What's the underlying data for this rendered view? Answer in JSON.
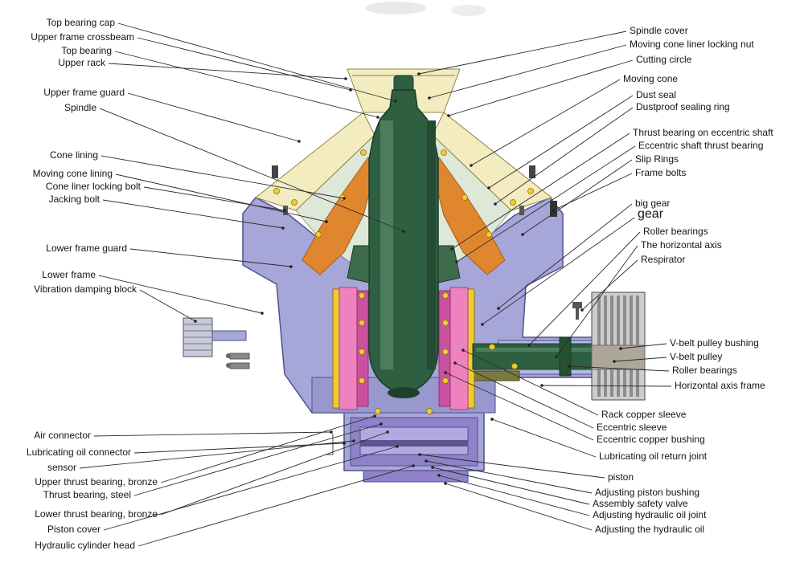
{
  "figure": {
    "subject": "Cone crusher cross-section diagram with part callouts"
  },
  "labels": {
    "left": [
      "Top bearing cap",
      "Upper frame crossbeam",
      "Top bearing",
      "Upper rack",
      "Upper frame guard",
      "Spindle",
      "Cone lining",
      "Moving cone lining",
      "Cone liner locking bolt",
      "Jacking bolt",
      "Lower frame guard",
      "Lower frame",
      "Vibration damping block",
      "Air connector",
      "Lubricating oil connector",
      "sensor",
      "Upper thrust bearing, bronze",
      "Thrust bearing, steel",
      "Lower thrust bearing, bronze",
      "Piston cover",
      "Hydraulic cylinder head"
    ],
    "right": [
      "Spindle cover",
      "Moving cone liner locking nut",
      "Cutting circle",
      "Moving cone",
      "Dust seal",
      "Dustproof sealing ring",
      "Thrust bearing on eccentric shaft",
      "Eccentric shaft thrust bearing",
      "Slip Rings",
      "Frame bolts",
      "big gear",
      "gear",
      "Roller bearings",
      "The horizontal axis",
      "Respirator",
      "V-belt pulley bushing",
      "V-belt pulley",
      "Roller bearings",
      "Horizontal axis frame",
      "Rack copper sleeve",
      "Eccentric sleeve",
      "Eccentric copper bushing",
      "Lubricating oil return joint",
      "piston",
      "Adjusting piston bushing",
      "Assembly safety valve",
      "Adjusting hydraulic oil joint",
      "Adjusting the hydraulic oil"
    ]
  },
  "palette": {
    "frame_lavender": "#A6A6D9",
    "frame_dark": "#50508E",
    "cream": "#F2ECC0",
    "mantle_orange": "#E0862E",
    "shaft_green": "#2F5F41",
    "bushing_pink": "#EE82BE",
    "bushing_magenta": "#C9519F",
    "bearing_yellow": "#F1CD2E",
    "pulley_gray": "#CDCDCD",
    "bottom_purple": "#8F82C8",
    "leader_line": "#2B2B2B"
  }
}
